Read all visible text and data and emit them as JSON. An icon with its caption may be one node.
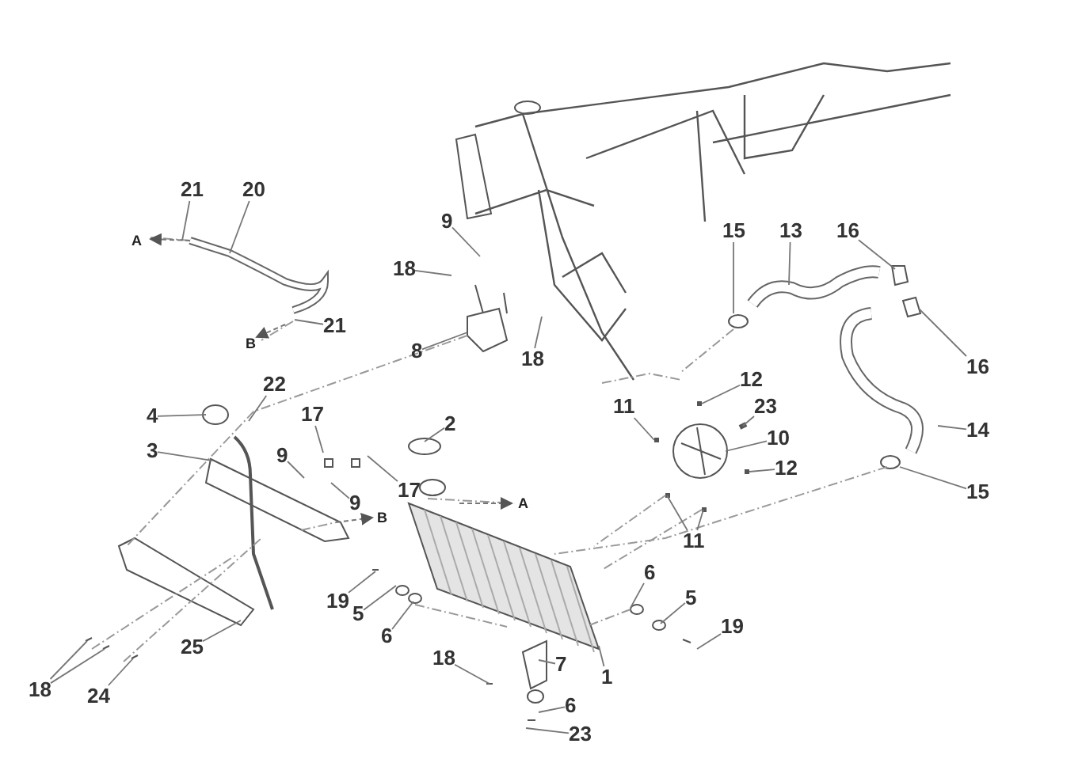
{
  "diagram": {
    "nodes": [
      {
        "text": [
          "21"
        ]
      },
      {
        "text": [
          "20"
        ]
      },
      {
        "text": [
          "21"
        ]
      },
      {
        "text": [
          "9"
        ]
      },
      {
        "text": [
          "18"
        ]
      },
      {
        "text": [
          "8"
        ]
      },
      {
        "text": [
          "18"
        ]
      },
      {
        "text": [
          "15"
        ]
      },
      {
        "text": [
          "13"
        ]
      },
      {
        "text": [
          "16"
        ]
      },
      {
        "text": [
          "16"
        ]
      },
      {
        "text": [
          "22"
        ]
      },
      {
        "text": [
          "4"
        ]
      },
      {
        "text": [
          "2"
        ]
      },
      {
        "text": [
          "3"
        ]
      },
      {
        "text": [
          "17"
        ]
      },
      {
        "text": [
          "9"
        ]
      },
      {
        "text": [
          "17"
        ]
      },
      {
        "text": [
          "9"
        ]
      },
      {
        "text": [
          "11"
        ]
      },
      {
        "text": [
          "12"
        ]
      },
      {
        "text": [
          "23"
        ]
      },
      {
        "text": [
          "10"
        ]
      },
      {
        "text": [
          "12"
        ]
      },
      {
        "text": [
          "14"
        ]
      },
      {
        "text": [
          "15"
        ]
      },
      {
        "text": [
          "11"
        ]
      },
      {
        "text": [
          "19"
        ]
      },
      {
        "text": [
          "5"
        ]
      },
      {
        "text": [
          "6"
        ]
      },
      {
        "text": [
          "6"
        ]
      },
      {
        "text": [
          "5"
        ]
      },
      {
        "text": [
          "19"
        ]
      },
      {
        "text": [
          "18"
        ]
      },
      {
        "text": [
          "7"
        ]
      },
      {
        "text": [
          "1"
        ]
      },
      {
        "text": [
          "6"
        ]
      },
      {
        "text": [
          "23"
        ]
      },
      {
        "text": [
          "25"
        ]
      },
      {
        "text": [
          "18"
        ]
      },
      {
        "text": [
          "24"
        ]
      }
    ],
    "edges": [
      {
        "from": 0,
        "to": null,
        "arrow": "none"
      },
      {
        "from": 1,
        "to": null,
        "arrow": "none"
      },
      {
        "from": 2,
        "to": null,
        "arrow": "none"
      },
      {
        "from": 3,
        "to": null,
        "arrow": "none"
      },
      {
        "from": 4,
        "to": null,
        "arrow": "none"
      },
      {
        "from": 5,
        "to": null,
        "arrow": "none"
      },
      {
        "from": 6,
        "to": null,
        "arrow": "none"
      },
      {
        "from": 7,
        "to": null,
        "arrow": "none"
      },
      {
        "from": 8,
        "to": null,
        "arrow": "none"
      },
      {
        "from": 9,
        "to": null,
        "arrow": "none"
      },
      {
        "from": 10,
        "to": null,
        "arrow": "none"
      },
      {
        "from": 11,
        "to": null,
        "arrow": "none"
      },
      {
        "from": 12,
        "to": null,
        "arrow": "none"
      },
      {
        "from": 13,
        "to": null,
        "arrow": "none"
      },
      {
        "from": 14,
        "to": null,
        "arrow": "none"
      },
      {
        "from": 15,
        "to": null,
        "arrow": "none"
      },
      {
        "from": 16,
        "to": null,
        "arrow": "none"
      },
      {
        "from": 17,
        "to": null,
        "arrow": "none"
      },
      {
        "from": 18,
        "to": null,
        "arrow": "none"
      },
      {
        "from": 19,
        "to": null,
        "arrow": "none"
      },
      {
        "from": 20,
        "to": null,
        "arrow": "none"
      },
      {
        "from": 21,
        "to": null,
        "arrow": "none"
      },
      {
        "from": 22,
        "to": null,
        "arrow": "none"
      },
      {
        "from": 23,
        "to": null,
        "arrow": "none"
      },
      {
        "from": 24,
        "to": null,
        "arrow": "none"
      },
      {
        "from": 25,
        "to": null,
        "arrow": "none"
      },
      {
        "from": 26,
        "to": null,
        "arrow": "none"
      },
      {
        "from": 26,
        "to": null,
        "arrow": "none"
      },
      {
        "from": 27,
        "to": null,
        "arrow": "none"
      },
      {
        "from": 28,
        "to": null,
        "arrow": "none"
      },
      {
        "from": 29,
        "to": null,
        "arrow": "none"
      },
      {
        "from": 30,
        "to": null,
        "arrow": "none"
      },
      {
        "from": 31,
        "to": null,
        "arrow": "none"
      },
      {
        "from": 32,
        "to": null,
        "arrow": "none"
      },
      {
        "from": 33,
        "to": null,
        "arrow": "none"
      },
      {
        "from": 34,
        "to": null,
        "arrow": "none"
      },
      {
        "from": 35,
        "to": null,
        "arrow": "none"
      },
      {
        "from": 36,
        "to": null,
        "arrow": "none"
      },
      {
        "from": 37,
        "to": null,
        "arrow": "none"
      },
      {
        "from": 38,
        "to": null,
        "arrow": "none"
      },
      {
        "from": 39,
        "to": null,
        "arrow": "none"
      },
      {
        "from": 39,
        "to": null,
        "arrow": "none"
      },
      {
        "from": 40,
        "to": null,
        "arrow": "none"
      }
    ],
    "labels": [
      "A",
      "B",
      "A",
      "B"
    ]
  }
}
